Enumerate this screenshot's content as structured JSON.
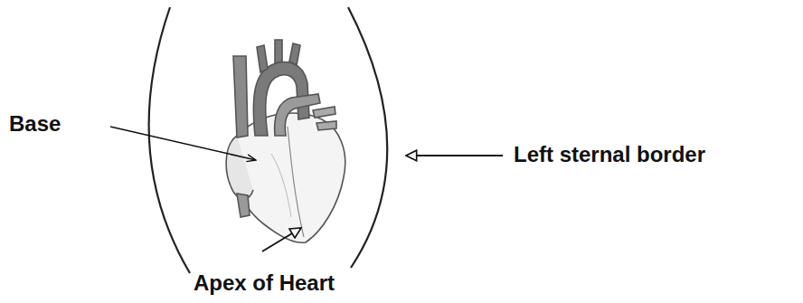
{
  "diagram": {
    "labels": [
      "Base",
      "Left sternal border",
      "Apex of Heart"
    ]
  }
}
